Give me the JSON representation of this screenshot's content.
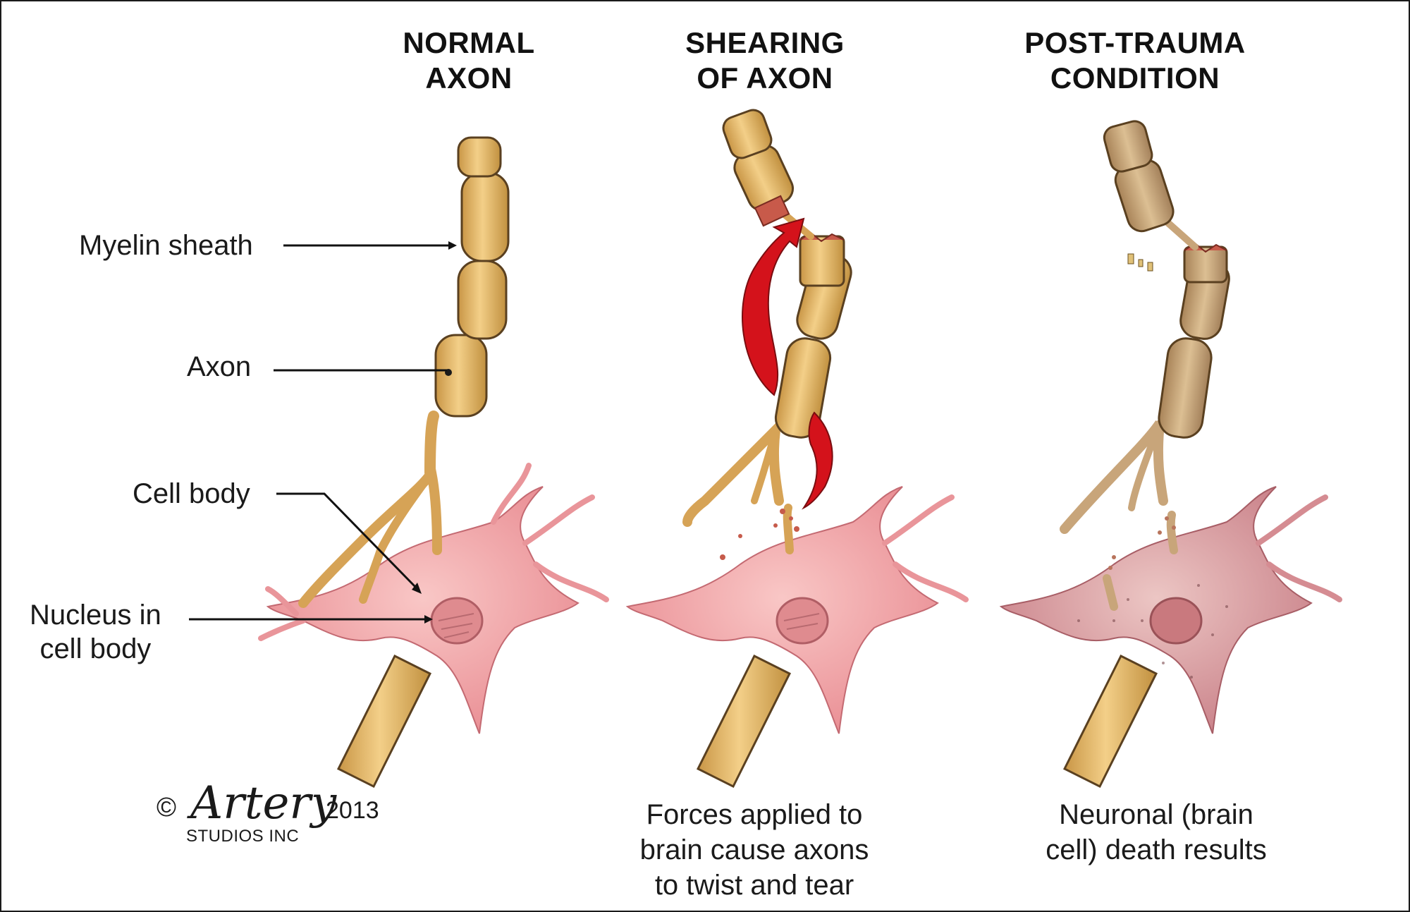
{
  "panels": [
    {
      "title_line1": "NORMAL",
      "title_line2": "AXON"
    },
    {
      "title_line1": "SHEARING",
      "title_line2": "OF AXON"
    },
    {
      "title_line1": "POST-TRAUMA",
      "title_line2": "CONDITION"
    }
  ],
  "labels": {
    "myelin": "Myelin sheath",
    "axon": "Axon",
    "cell_body": "Cell body",
    "nucleus_line1": "Nucleus in",
    "nucleus_line2": "cell body"
  },
  "captions": {
    "shearing": [
      "Forces applied to",
      "brain cause axons",
      "to twist and tear"
    ],
    "post_trauma": [
      "Neuronal (brain",
      "cell) death results"
    ]
  },
  "copyright": {
    "symbol": "©",
    "brand": "Artery",
    "year": "2013",
    "studio": "STUDIOS INC"
  },
  "colors": {
    "myelin": "#e8b866",
    "myelin_dark": "#b98a3c",
    "cell": "#f2a9ad",
    "cell_dark": "#e27f86",
    "nucleus": "#d98084",
    "arrow": "#d4121b",
    "damaged": "#c8a57a"
  }
}
